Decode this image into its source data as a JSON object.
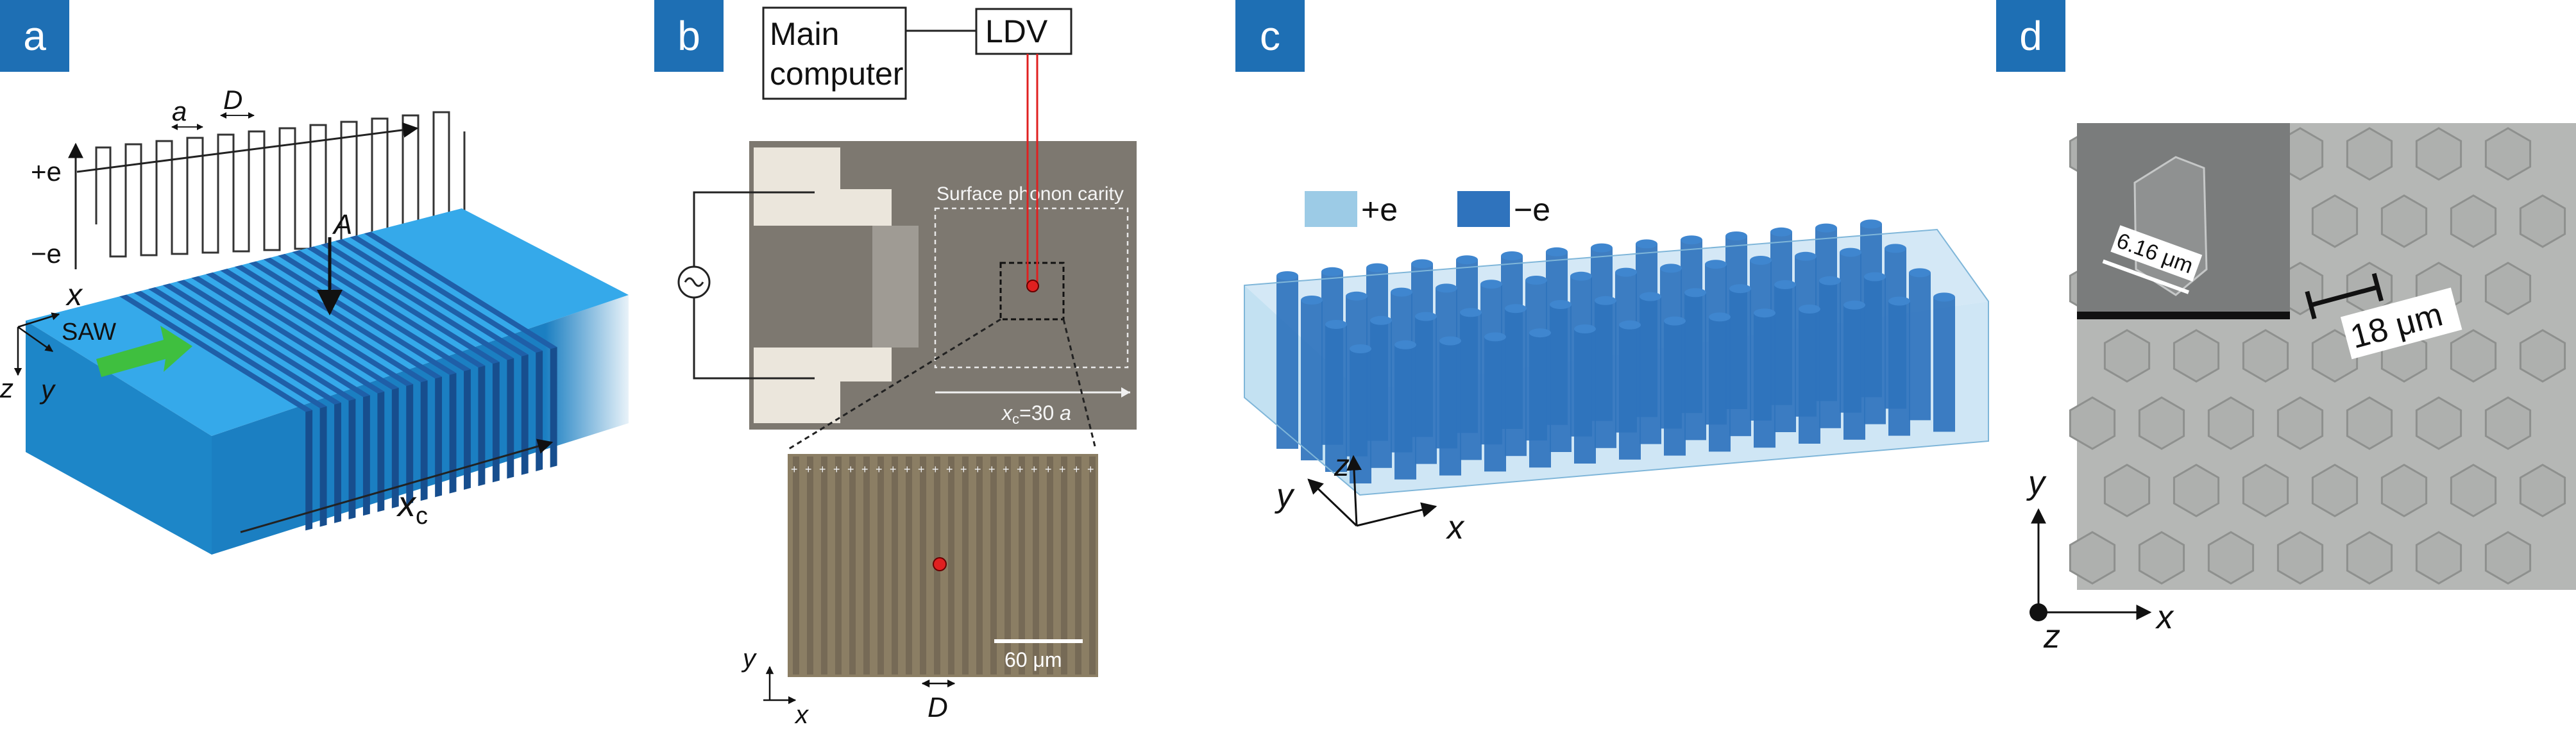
{
  "panels": {
    "a": {
      "tag": "a",
      "labels": {
        "a": "a",
        "D": "D",
        "plus_e": "+e",
        "minus_e": "−e",
        "A": "A",
        "x": "x",
        "y": "y",
        "z": "z",
        "saw": "SAW",
        "xc_main": "x",
        "xc_sub": "c"
      }
    },
    "b": {
      "tag": "b",
      "labels": {
        "main_computer_line1": "Main",
        "main_computer_line2": "computer",
        "ldv": "LDV",
        "cavity": "Surface phonon carity",
        "xc_eq": "x",
        "xc_eq_sub": "c",
        "xc_eq_rest": "=30",
        "xc_eq_a": "a",
        "scale": "60 μm",
        "y": "y",
        "x": "x",
        "D": "D"
      }
    },
    "c": {
      "tag": "c",
      "legend": [
        {
          "label": "+e",
          "color": "#9ccbe6"
        },
        {
          "label": "−e",
          "color": "#2f73bd"
        }
      ],
      "labels": {
        "z": "z",
        "y": "y",
        "x": "x"
      }
    },
    "d": {
      "tag": "d",
      "labels": {
        "inset_scale": "6.16 μm",
        "main_scale": "18 μm",
        "y": "y",
        "x": "x",
        "z": "z"
      }
    }
  },
  "colors": {
    "tag_bg": "#1e6fb4",
    "substrate": "#2aa3e6",
    "electrode": "#1f5fa8",
    "pillar": "#2f73bd",
    "arrow": "#3fbf3f",
    "laser": "#e02020"
  }
}
